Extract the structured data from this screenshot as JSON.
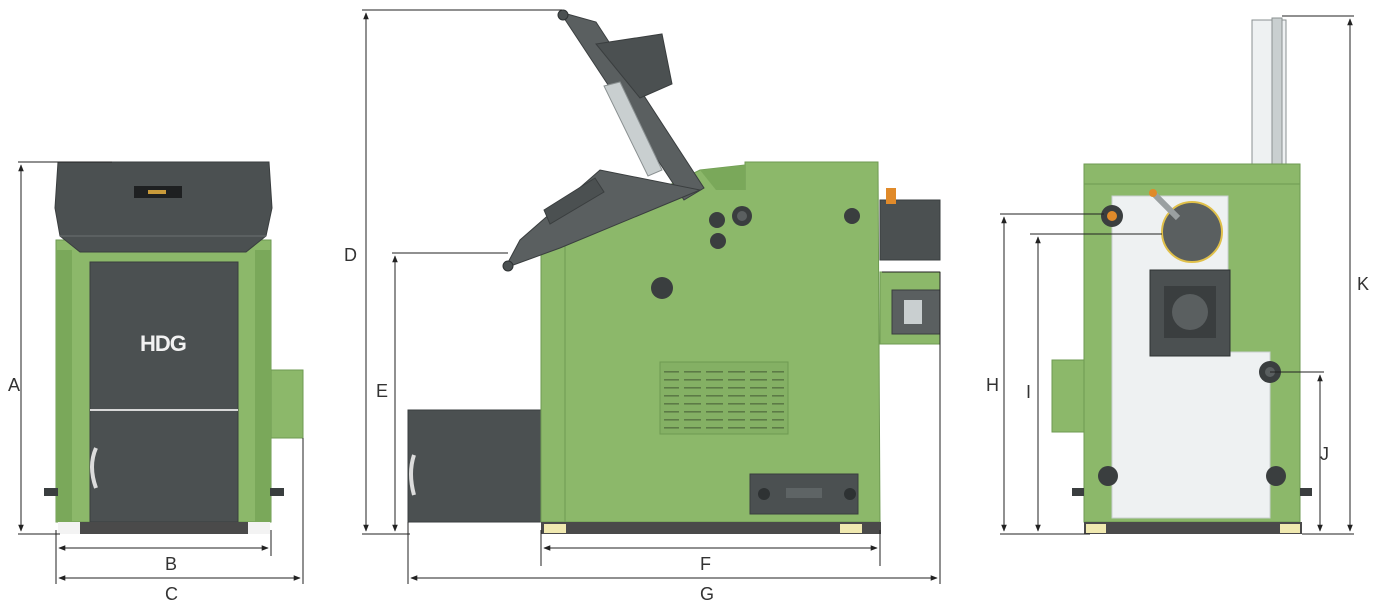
{
  "brand": {
    "logo_text": "HDG"
  },
  "colors": {
    "body_green": "#8cb86a",
    "body_green_dark": "#6e9a52",
    "panel_dark": "#4b5051",
    "panel_darker": "#3a3e3f",
    "back_plate": "#eef1f2",
    "base": "#4a4a4a",
    "base_feet": "#f0e9b0"
  },
  "views": [
    {
      "id": "front",
      "name": "front-view",
      "dimensions": [
        "A",
        "B",
        "C"
      ]
    },
    {
      "id": "side",
      "name": "side-view",
      "dimensions": [
        "D",
        "E",
        "F",
        "G"
      ]
    },
    {
      "id": "rear",
      "name": "rear-view",
      "dimensions": [
        "H",
        "I",
        "J",
        "K"
      ]
    }
  ],
  "dimension_labels": {
    "A": "A",
    "B": "B",
    "C": "C",
    "D": "D",
    "E": "E",
    "F": "F",
    "G": "G",
    "H": "H",
    "I": "I",
    "J": "J",
    "K": "K"
  }
}
